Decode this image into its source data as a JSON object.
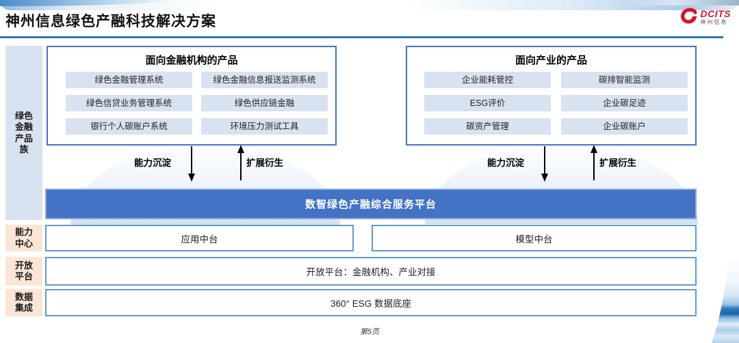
{
  "header": {
    "title": "神州信息绿色产融科技解决方案",
    "logo": {
      "brand": "DCITS",
      "brand_cn": "神州信息"
    }
  },
  "sidebar": {
    "product_family": "绿色\n金融\n产品\n族",
    "capability_center": "能力\n中心",
    "open_platform": "开放\n平台",
    "data_integration": "数据\n集成"
  },
  "finance_box": {
    "title": "面向金融机构的产品",
    "items": [
      "绿色金融管理系统",
      "绿色金融信息报送监测系统",
      "绿色信贷业务管理系统",
      "绿色供应链金融",
      "银行个人碳账户系统",
      "环境压力测试工具"
    ]
  },
  "industry_box": {
    "title": "面向产业的产品",
    "items": [
      "企业能耗管控",
      "碳排智能监测",
      "ESG评价",
      "企业碳足迹",
      "碳资产管理",
      "企业碳账户"
    ]
  },
  "arrows": {
    "down_label": "能力沉淀",
    "up_label": "扩展衍生"
  },
  "platform_bar": {
    "label": "数智绿色产融综合服务平台"
  },
  "middle_platforms": {
    "application": "应用中台",
    "model": "模型中台"
  },
  "open_row": {
    "label": "开放平台：金融机构、产业对接"
  },
  "data_row": {
    "label": "360° ESG 数据底座"
  },
  "footer": {
    "page_label": "第5页"
  },
  "colors": {
    "accent_blue": "#4472c4",
    "light_blue_fill": "#d9e2f0",
    "peach_fill": "#fbe5d6",
    "row_border": "#5b9bd5",
    "header_rule": "#2e75b5",
    "brand_red": "#d6132d"
  }
}
